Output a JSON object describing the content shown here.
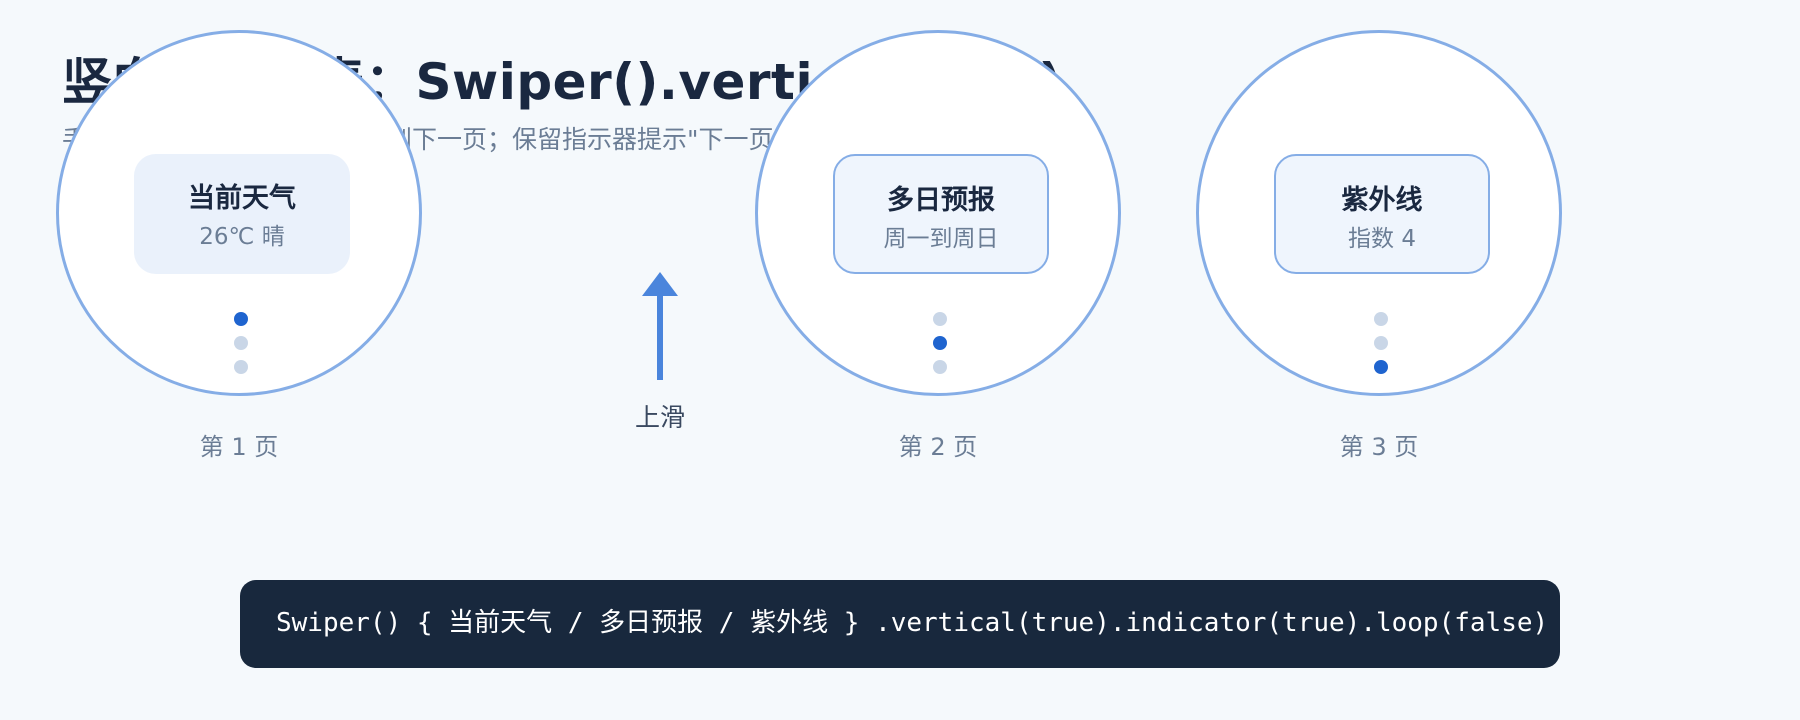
{
  "title": "竖向滑动手表：Swiper().vertical(true)",
  "subtitle": "手指向上滑动，从当前页切换到下一页；保留指示器提示\"下一页\"",
  "pages": [
    {
      "card_title": "当前天气",
      "card_subtitle": "26℃ 晴",
      "label": "第 1 页",
      "active_dot": 0,
      "card_style": "filled"
    },
    {
      "card_title": "多日预报",
      "card_subtitle": "周一到周日",
      "label": "第 2 页",
      "active_dot": 1,
      "card_style": "outlined"
    },
    {
      "card_title": "紫外线",
      "card_subtitle": "指数 4",
      "label": "第 3 页",
      "active_dot": 2,
      "card_style": "outlined"
    }
  ],
  "gesture": {
    "label": "上滑",
    "icon": "arrow-up-icon"
  },
  "code": "Swiper() { 当前天气 / 多日预报 / 紫外线 } .vertical(true).indicator(true).loop(false)",
  "colors": {
    "background": "#f5f9fc",
    "accent": "#1f64cf",
    "ring": "#85ade6",
    "code_bg": "#18283d",
    "arrow": "#4a85dc"
  }
}
